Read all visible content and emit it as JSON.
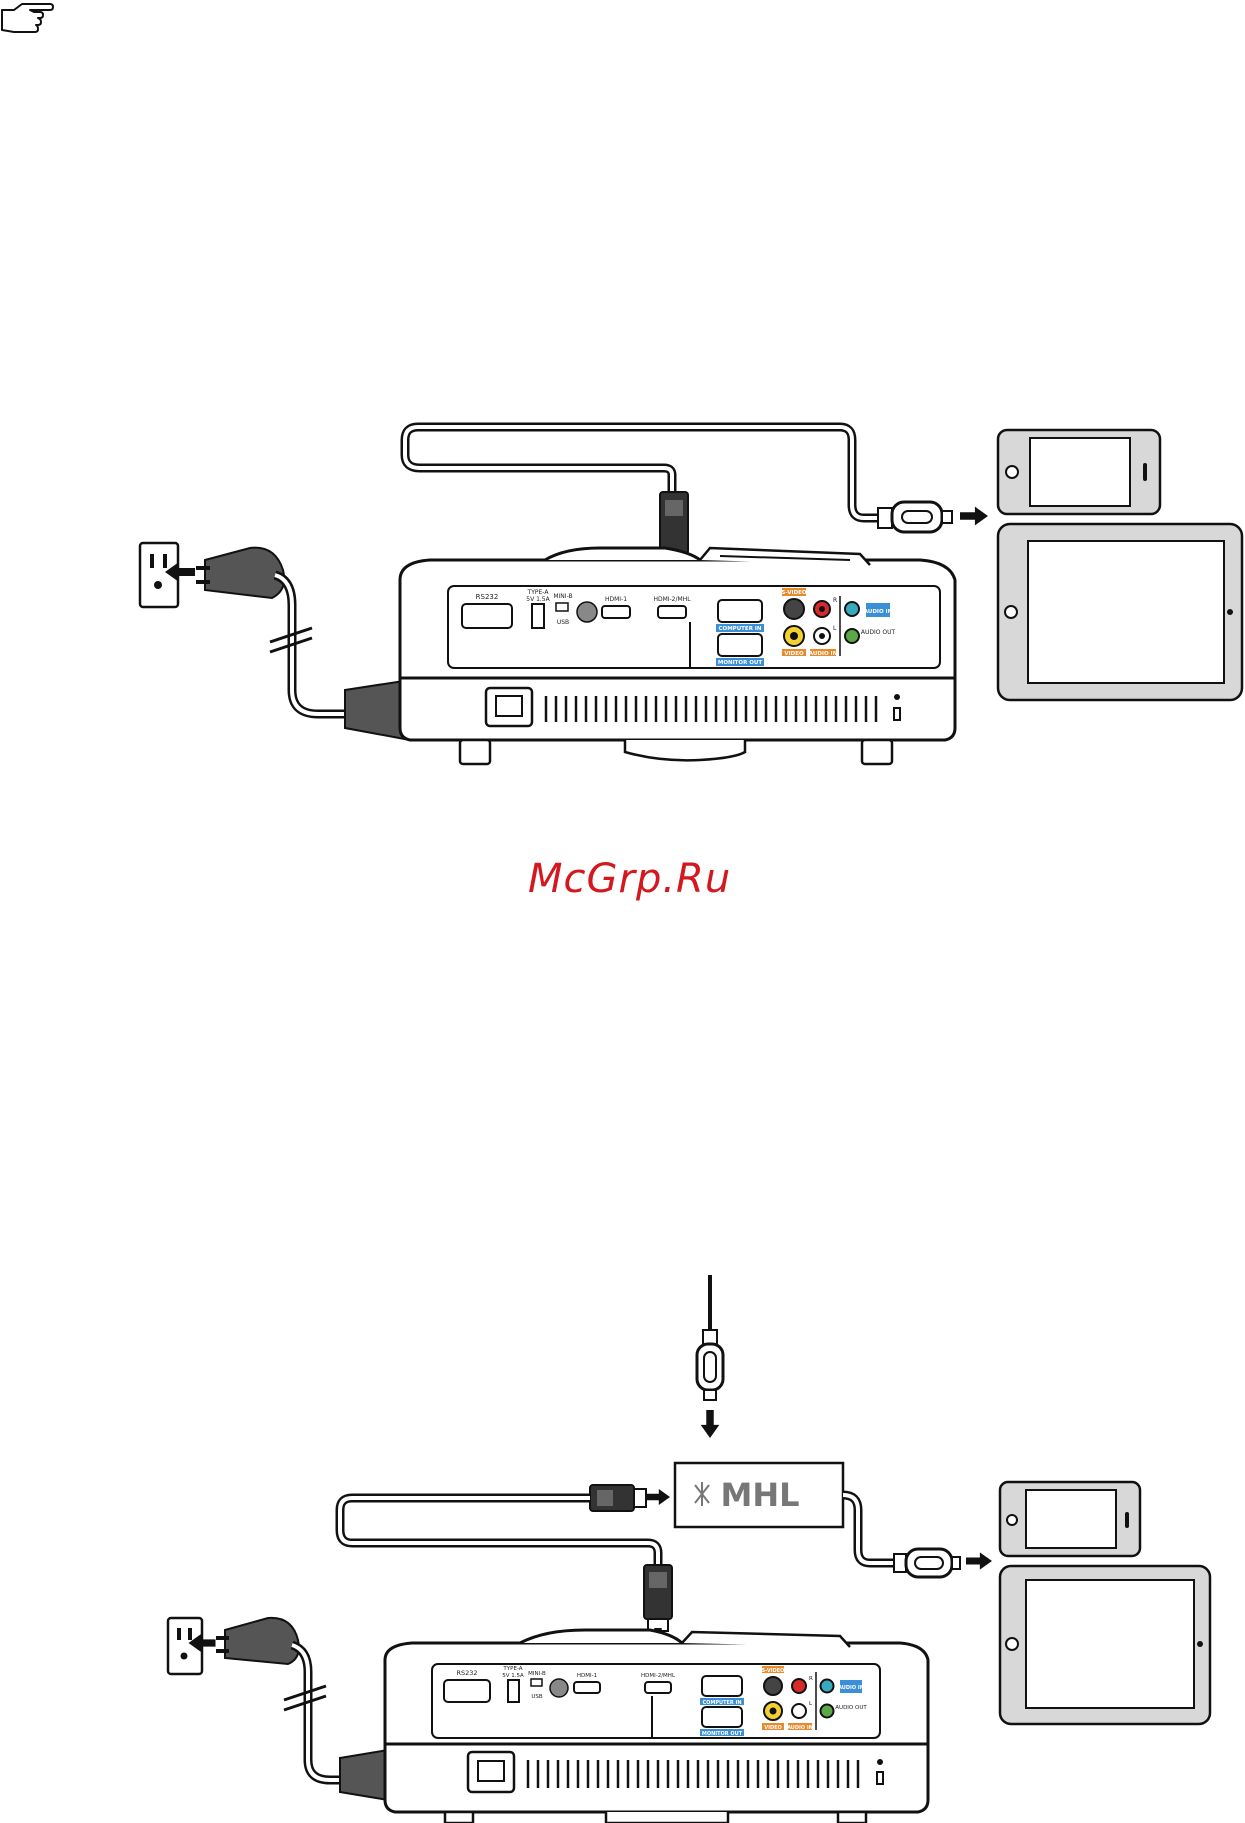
{
  "watermark": "McGrp.Ru",
  "icons": {
    "note": "pointing-hand-icon",
    "power_outlet": "wall-outlet-icon",
    "phone": "smartphone-icon",
    "tablet": "tablet-icon",
    "adapter": "mhl-adapter-icon"
  },
  "colors": {
    "watermark": "#d4181f",
    "line": "#1a1a1a",
    "blue_label": "#3b8fd6",
    "orange_label": "#e8892b",
    "yellow_jack": "#f2d230",
    "red_jack": "#d82a2a",
    "cyan_jack": "#38aabf",
    "green_jack": "#5aa848"
  },
  "projector": {
    "rs232": "RS232",
    "usb_type_a": "TYPE-A",
    "usb_type_a_rating": "5V 1.5A",
    "mini_b": "MINI-B",
    "usb": "USB",
    "hdmi1": "HDMI-1",
    "hdmi2_mhl": "HDMI-2/MHL",
    "computer_in": "COMPUTER IN",
    "monitor_out": "MONITOR OUT",
    "s_video": "S-VIDEO",
    "video": "VIDEO",
    "audio_r": "R",
    "audio_l": "L",
    "audio_in_lr": "AUDIO IN",
    "audio_in": "AUDIO IN",
    "audio_out": "AUDIO OUT"
  },
  "adapter_label": "MHL"
}
